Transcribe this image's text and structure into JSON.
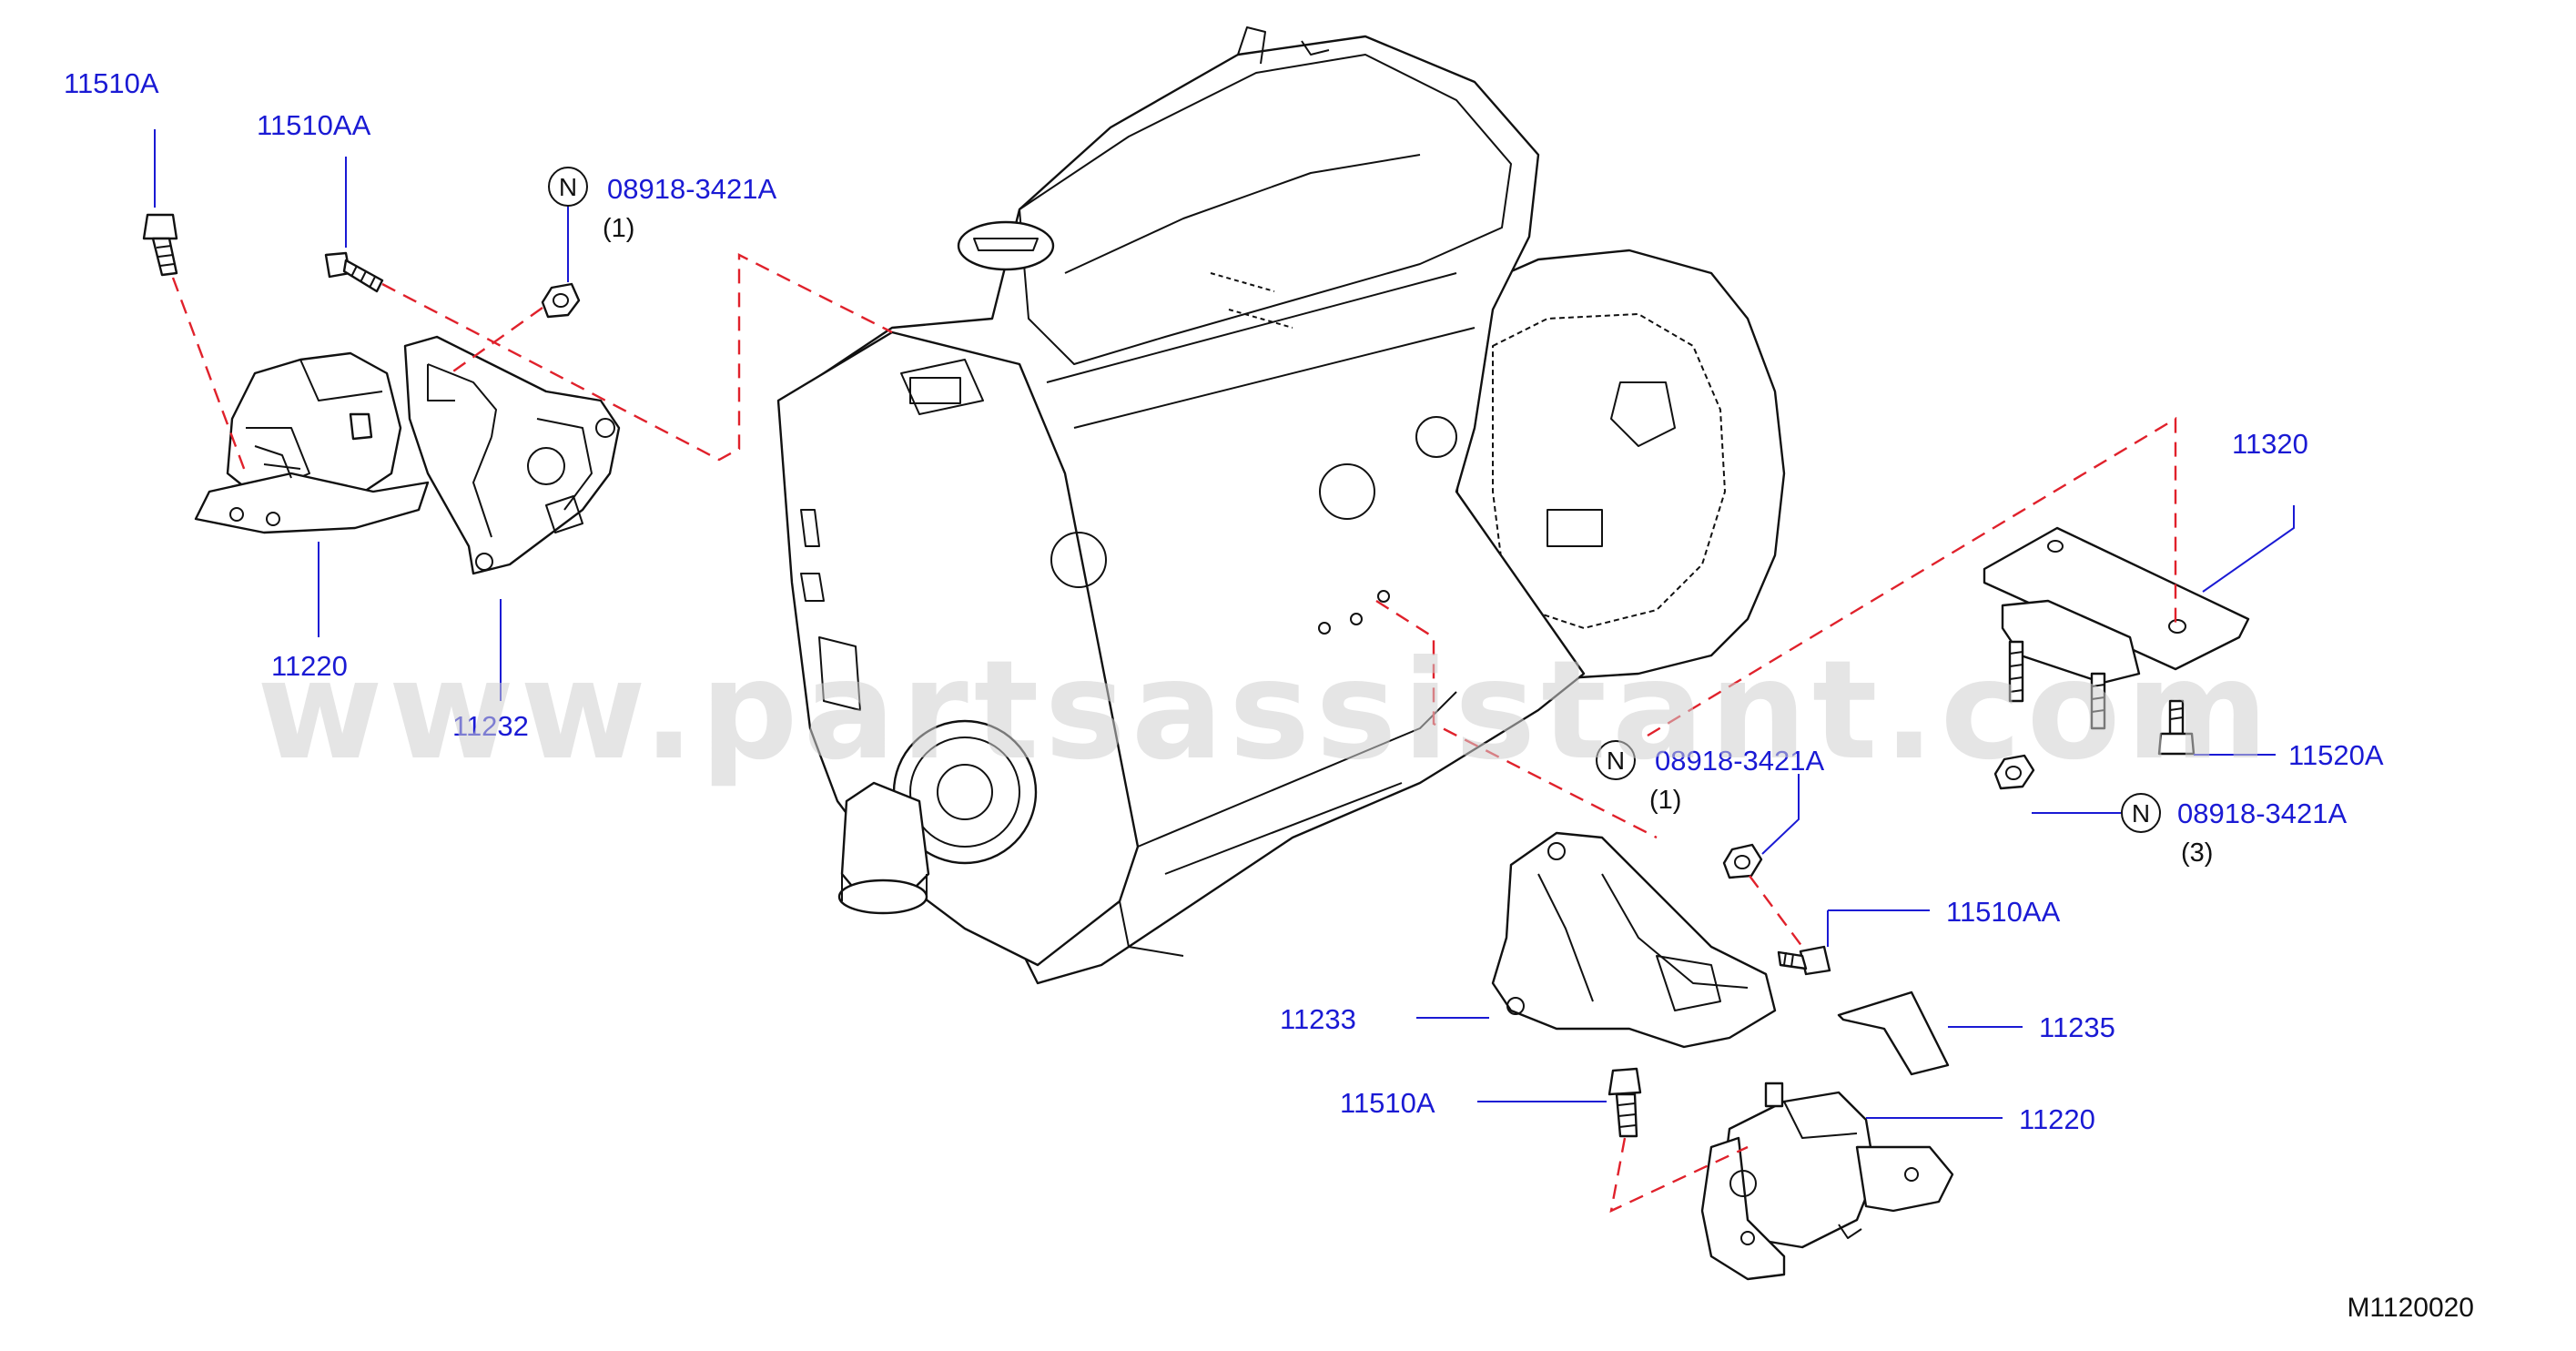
{
  "watermark": "www.partsassistant.com",
  "diagram_code": "M1120020",
  "callouts": {
    "c1": {
      "part": "11510A"
    },
    "c2": {
      "part": "11510AA"
    },
    "c3": {
      "part": "08918-3421A",
      "qty": "(1)",
      "mark": "N"
    },
    "c4": {
      "part": "11220"
    },
    "c5": {
      "part": "11232"
    },
    "c6": {
      "part": "11320"
    },
    "c7": {
      "part": "08918-3421A",
      "qty": "(1)",
      "mark": "N"
    },
    "c8": {
      "part": "11520A"
    },
    "c9": {
      "part": "08918-3421A",
      "qty": "(3)",
      "mark": "N"
    },
    "c10": {
      "part": "11510AA"
    },
    "c11": {
      "part": "11233"
    },
    "c12": {
      "part": "11235"
    },
    "c13": {
      "part": "11510A"
    },
    "c14": {
      "part": "11220"
    }
  }
}
